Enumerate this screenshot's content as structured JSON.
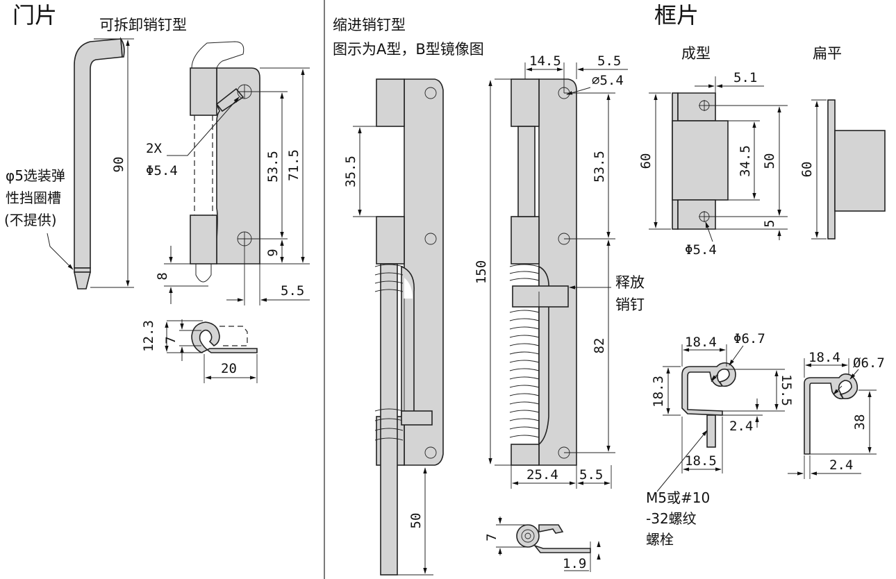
{
  "sections": {
    "door_leaf": "门片",
    "frame_leaf": "框片"
  },
  "variants": {
    "removable_pin": "可拆卸销钉型",
    "retractable_pin": "缩进销钉型",
    "retractable_note": "图示为A型，B型镜像图",
    "formed": "成型",
    "flat": "扁平"
  },
  "notes": {
    "ring_groove": [
      "φ5选装弹",
      "性挡圈槽",
      "(不提供)"
    ],
    "release_pin": [
      "释放",
      "销钉"
    ],
    "bolt": [
      "M5或#10",
      "-32螺纹",
      "螺栓"
    ]
  },
  "dims": {
    "pin_length": "90",
    "hole_qty": "2X",
    "hole_dia": "Φ5.4",
    "hole_pitch": "53.5",
    "leaf_height": "71.5",
    "hole_to_edge": "9",
    "tip": "8",
    "edge_offset": "5.5",
    "knuckle_h": "12.3",
    "knuckle_d": "7",
    "leaf_width": "20",
    "slot": "35.5",
    "travel": "50",
    "top_w": "14.5",
    "top_edge": "5.5",
    "top_hole": "⌀5.4",
    "pitch_upper": "53.5",
    "total_h": "150",
    "pitch_lower": "82",
    "base_w": "25.4",
    "base_edge": "5.5",
    "end_knuckle": "7",
    "end_t": "1.9",
    "fr_offset": "5.1",
    "fr_h": "60",
    "fr_mid": "34.5",
    "fr_pitch": "50",
    "fr_end": "5",
    "fr_hole": "Φ5.4",
    "flat_h": "60",
    "fw": "18.4",
    "fhole": "Φ6.7",
    "fh": "18.3",
    "fk": "15.5",
    "ft": "2.4",
    "fb": "18.5",
    "flw": "18.4",
    "flhole": "Ø6.7",
    "flh": "38",
    "flt": "2.4"
  }
}
